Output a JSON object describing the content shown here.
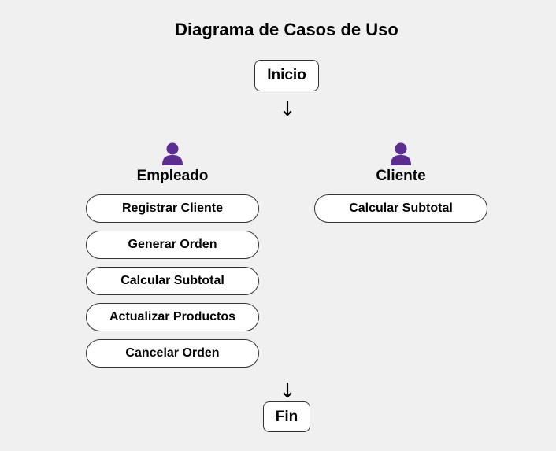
{
  "diagram": {
    "title": "Diagrama de Casos de Uso",
    "start_label": "Inicio",
    "end_label": "Fin",
    "arrow_glyph": "↓",
    "colors": {
      "background": "#f0f0f0",
      "actor_icon": "#5b2d91",
      "box_border": "#333333",
      "box_fill": "#ffffff"
    },
    "actors": [
      {
        "name": "Empleado",
        "icon": "user-icon",
        "use_cases": [
          "Registrar Cliente",
          "Generar Orden",
          "Calcular Subtotal",
          "Actualizar Productos",
          "Cancelar Orden"
        ]
      },
      {
        "name": "Cliente",
        "icon": "user-icon",
        "use_cases": [
          "Calcular Subtotal"
        ]
      }
    ]
  }
}
